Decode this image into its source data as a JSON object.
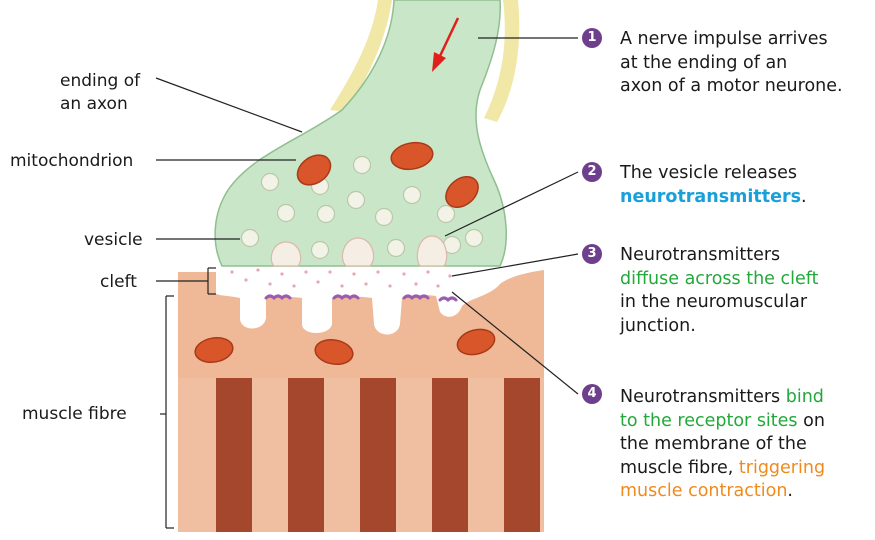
{
  "labels": {
    "axon_ending": [
      "ending of",
      "an axon"
    ],
    "mitochondrion": "mitochondrion",
    "vesicle": "vesicle",
    "cleft": "cleft",
    "muscle_fibre": "muscle fibre"
  },
  "steps": [
    {
      "number": "1",
      "lines": [
        [
          {
            "text": "A nerve impulse arrives",
            "style": "plain"
          }
        ],
        [
          {
            "text": "at the ending of an",
            "style": "plain"
          }
        ],
        [
          {
            "text": "axon of a motor neurone.",
            "style": "plain"
          }
        ]
      ]
    },
    {
      "number": "2",
      "lines": [
        [
          {
            "text": "The vesicle releases",
            "style": "plain"
          }
        ],
        [
          {
            "text": "neurotransmitters",
            "style": "blue"
          },
          {
            "text": ".",
            "style": "plain"
          }
        ]
      ]
    },
    {
      "number": "3",
      "lines": [
        [
          {
            "text": "Neurotransmitters",
            "style": "plain"
          }
        ],
        [
          {
            "text": "diffuse across the cleft",
            "style": "green"
          }
        ],
        [
          {
            "text": "in the neuromuscular",
            "style": "plain"
          }
        ],
        [
          {
            "text": "junction.",
            "style": "plain"
          }
        ]
      ]
    },
    {
      "number": "4",
      "lines": [
        [
          {
            "text": "Neurotransmitters ",
            "style": "plain"
          },
          {
            "text": "bind",
            "style": "green"
          }
        ],
        [
          {
            "text": "to the receptor sites",
            "style": "green"
          },
          {
            "text": " on",
            "style": "plain"
          }
        ],
        [
          {
            "text": "the membrane of the",
            "style": "plain"
          }
        ],
        [
          {
            "text": "muscle fibre, ",
            "style": "plain"
          },
          {
            "text": "triggering",
            "style": "orange"
          }
        ],
        [
          {
            "text": "muscle contraction",
            "style": "orange"
          },
          {
            "text": ".",
            "style": "plain"
          }
        ]
      ]
    }
  ],
  "colors": {
    "axon": "#c9e6c9",
    "axon_outline": "#8fbf8f",
    "myelin": "#f1e7a6",
    "mitochondria": "#d9552a",
    "vesicle": "#f2f2e6",
    "muscle": "#efb896",
    "muscle_stripe": "#a5472d",
    "receptor": "#9b5cb0",
    "arrow": "#e0201a",
    "badge": "#6d3f8c",
    "emph_blue": "#1aa0d8",
    "emph_green": "#23a83a",
    "emph_orange": "#f08a1c"
  }
}
